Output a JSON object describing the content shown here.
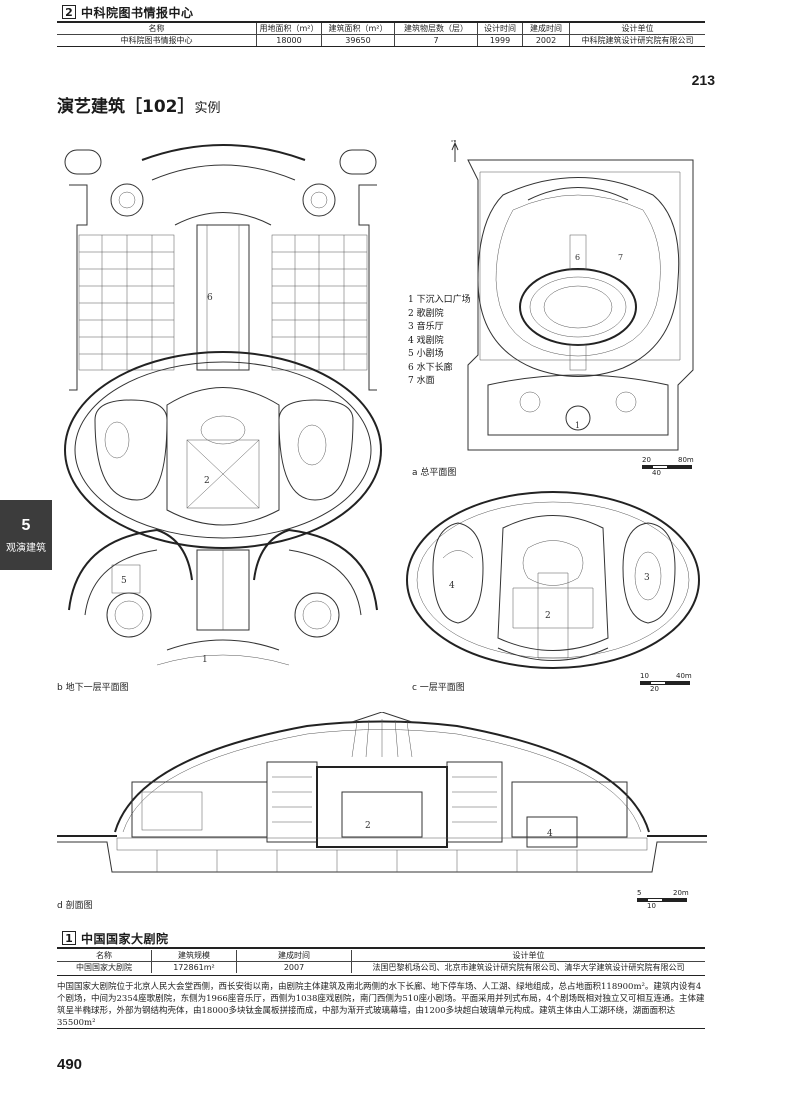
{
  "top_section": {
    "number": "2",
    "title": "中科院图书情报中心",
    "headers": [
      "名称",
      "用地面积（m²）",
      "建筑面积（m²）",
      "建筑物层数（层）",
      "设计时间",
      "建成时间",
      "设计单位"
    ],
    "row": [
      "中科院图书情报中心",
      "18000",
      "39650",
      "7",
      "1999",
      "2002",
      "中科院建筑设计研究院有限公司"
    ]
  },
  "page_number_top": "213",
  "page_title": {
    "main": "演艺建筑［102］",
    "sub": "实例"
  },
  "side_tab": {
    "number": "5",
    "label": "观演建筑"
  },
  "drawings": {
    "b": {
      "caption": "b 地下一层平面图",
      "labels": [
        "6",
        "2",
        "1",
        "5"
      ]
    },
    "a": {
      "caption": "a 总平面图",
      "north": "N",
      "labels": [
        "6",
        "7",
        "1"
      ],
      "scale": {
        "t0": "20",
        "t1": "80m",
        "bottom": "40"
      }
    },
    "c": {
      "caption": "c 一层平面图",
      "labels": [
        "4",
        "2",
        "3"
      ],
      "scale": {
        "t0": "10",
        "t1": "40m",
        "bottom": "20"
      }
    },
    "d": {
      "caption": "d 剖面图",
      "labels": [
        "2",
        "4"
      ],
      "scale": {
        "t0": "5",
        "t1": "20m",
        "bottom": "10"
      }
    }
  },
  "legend": [
    "1 下沉入口广场",
    "2 歌剧院",
    "3 音乐厅",
    "4 戏剧院",
    "5 小剧场",
    "6 水下长廊",
    "7 水面"
  ],
  "bottom_section": {
    "number": "1",
    "title": "中国国家大剧院",
    "headers": [
      "名称",
      "建筑规模",
      "建成时间",
      "设计单位"
    ],
    "row": [
      "中国国家大剧院",
      "172861m²",
      "2007",
      "法国巴黎机场公司、北京市建筑设计研究院有限公司、清华大学建筑设计研究院有限公司"
    ],
    "description": "中国国家大剧院位于北京人民大会堂西侧，西长安街以南，由剧院主体建筑及南北两侧的水下长廊、地下停车场、人工湖、绿地组成，总占地面积118900m²。建筑内设有4个剧场，中间为2354座歌剧院，东侧为1966座音乐厅，西侧为1038座戏剧院，南门西侧为510座小剧场。平面采用并列式布局，4个剧场既相对独立又可相互连通。主体建筑呈半椭球形，外部为钢结构壳体，由18000多块钛金属板拼接而成，中部为渐开式玻璃幕墙，由1200多块超白玻璃单元构成。建筑主体由人工湖环绕，湖面面积达35500m²"
  },
  "page_number_bottom": "490"
}
